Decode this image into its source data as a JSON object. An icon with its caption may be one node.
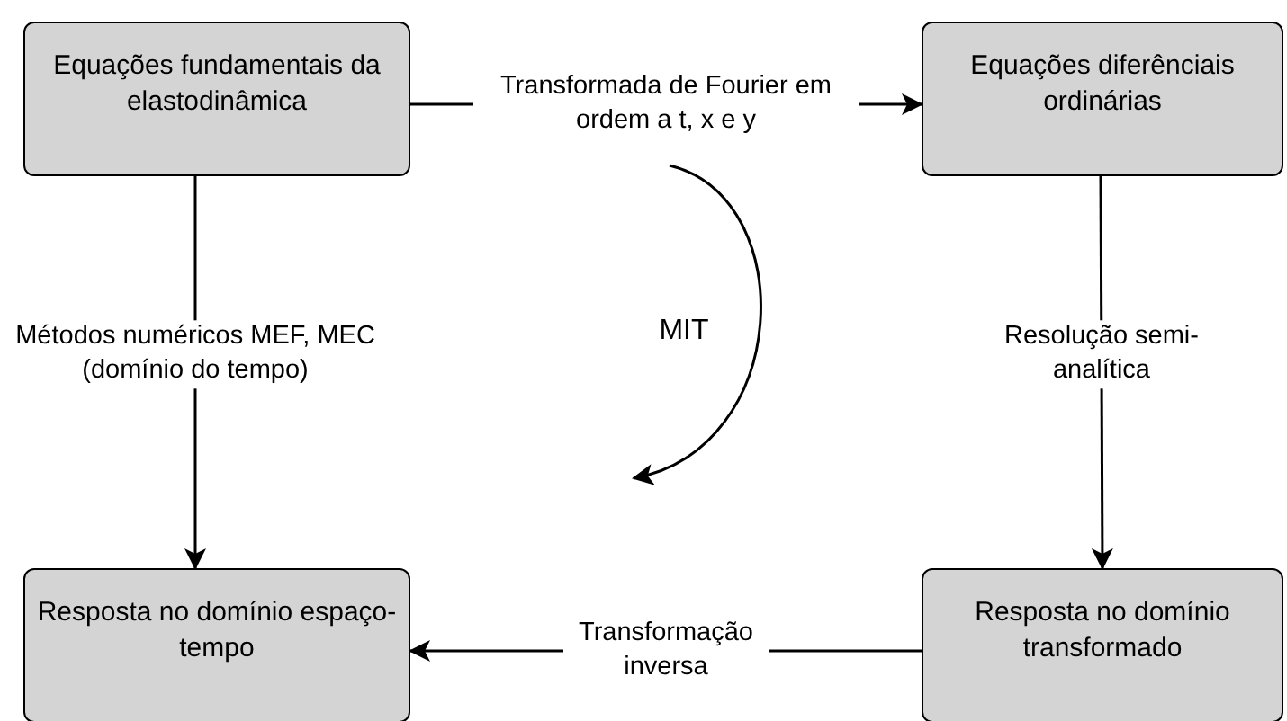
{
  "diagram": {
    "nodes": [
      {
        "text": [
          "Equações fundamentais da elastodinâmica"
        ]
      },
      {
        "text": [
          "Equações diferênciais ordinárias"
        ]
      },
      {
        "text": [
          "Resposta no domínio espaço-tempo"
        ]
      },
      {
        "text": [
          "Resposta no domínio transformado"
        ]
      }
    ],
    "edges": [
      {
        "from": 0,
        "to": 1,
        "arrow": "to",
        "label": "Transformada de Fourier em ordem a t, x e y"
      },
      {
        "from": 0,
        "to": 2,
        "arrow": "to",
        "label": "Métodos numéricos MEF, MEC (domínio do tempo)"
      },
      {
        "from": 1,
        "to": 3,
        "arrow": "to",
        "label": "Resolução semi-analítica"
      },
      {
        "from": 3,
        "to": 2,
        "arrow": "to",
        "label": "Transformação inversa"
      }
    ],
    "labels": [
      "MIT"
    ]
  }
}
